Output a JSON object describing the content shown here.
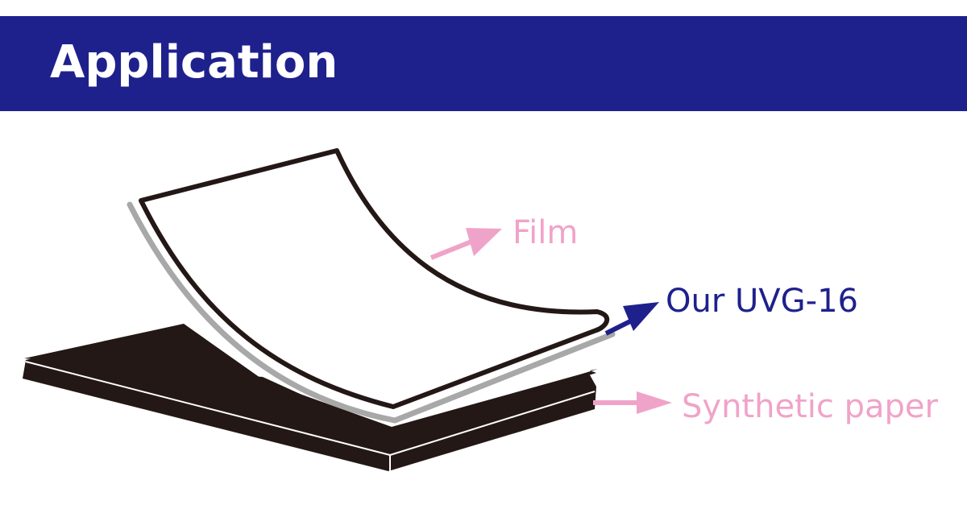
{
  "header": {
    "title": "Application"
  },
  "labels": {
    "film": "Film",
    "uvg": "Our UVG-16",
    "synthetic_paper": "Synthetic paper"
  },
  "colors": {
    "header_bg": "#1e218c",
    "header_text": "#ffffff",
    "film_label": "#f0a3c8",
    "uvg_label": "#1e218c",
    "paper_label": "#f0a3c8",
    "paper_fill": "#231815",
    "uvg_layer": "#a8a8a8"
  }
}
